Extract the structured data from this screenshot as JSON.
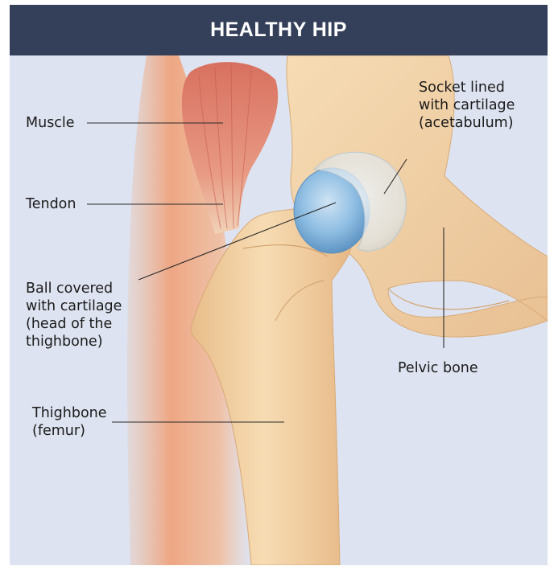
{
  "title": "HEALTHY HIP",
  "labels": {
    "muscle": "Muscle",
    "tendon": "Tendon",
    "ball": [
      "Ball covered",
      "with cartilage",
      "(head of the",
      "thighbone)"
    ],
    "thighbone": [
      "Thighbone",
      "(femur)"
    ],
    "socket": [
      "Socket lined",
      "with cartilage",
      "(acetabulum)"
    ],
    "pelvic": "Pelvic bone"
  },
  "colors": {
    "header": "#34405a",
    "background": "#dde3f0",
    "bone": "#f2cfa0",
    "muscle": "#d9786a",
    "cartilage": "#8bbbe0"
  }
}
